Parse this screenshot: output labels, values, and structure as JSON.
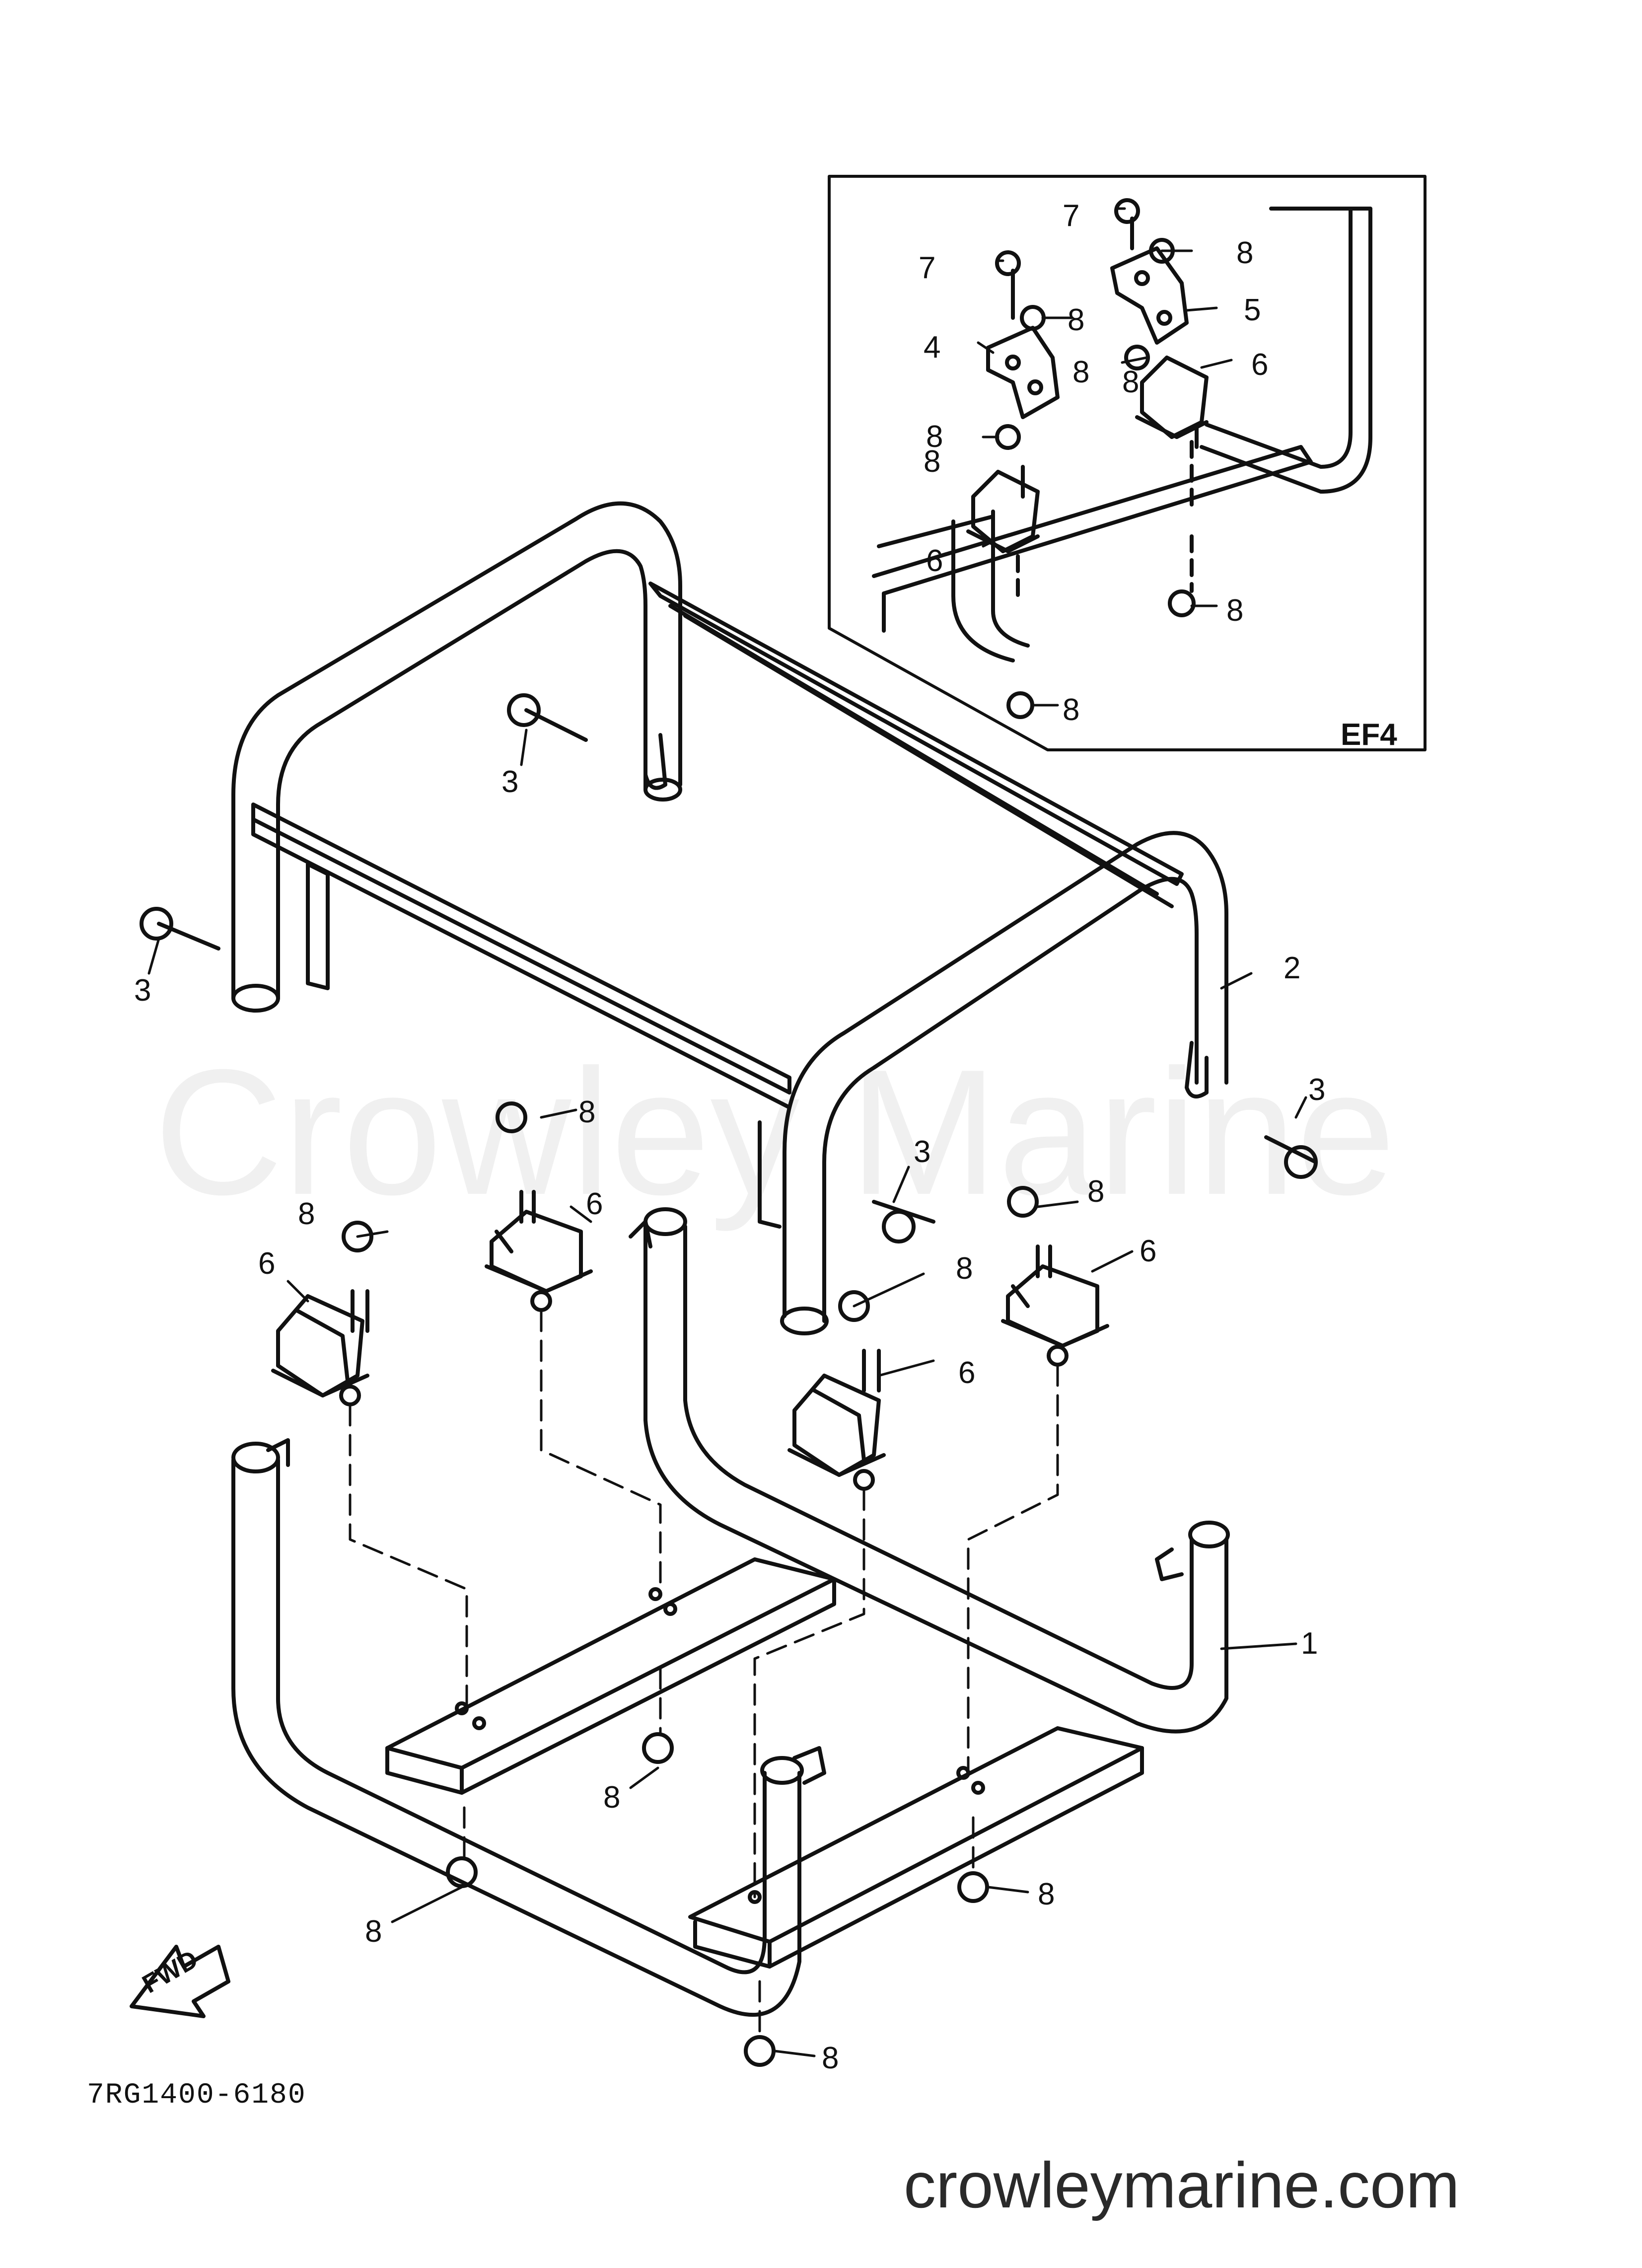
{
  "watermark": "Crowley Marine",
  "footer_url": "crowleymarine.com",
  "part_number": "7RG1400-6180",
  "inset_label": "EF4",
  "fwd_label": "FWD",
  "callouts": {
    "c1": "1",
    "c2": "2",
    "c3a": "3",
    "c3b": "3",
    "c3c": "3",
    "c3d": "3",
    "c4": "4",
    "c5": "5",
    "c6a": "6",
    "c6b": "6",
    "c6c": "6",
    "c6d": "6",
    "c6e": "6",
    "c6f": "6",
    "c7a": "7",
    "c7b": "7",
    "c8a": "8",
    "c8b": "8",
    "c8c": "8",
    "c8d": "8",
    "c8e": "8",
    "c8f": "8",
    "c8g": "8",
    "c8h": "8",
    "c8i": "8",
    "c8j": "8",
    "c8k": "8",
    "c8l": "8",
    "c8m": "8",
    "c8n": "8",
    "c8o": "8",
    "c8p": "8"
  }
}
